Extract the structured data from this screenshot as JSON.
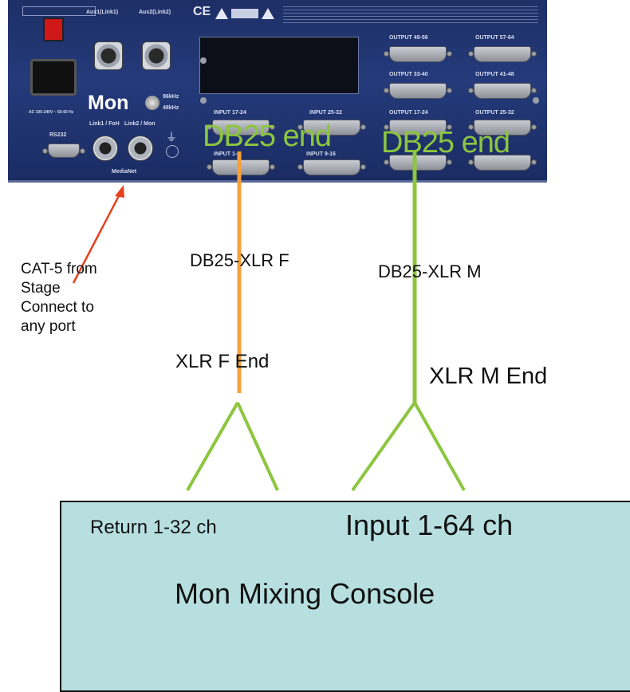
{
  "stage_box": {
    "mon_label": "Mon",
    "ce_mark": "CE",
    "connector_labels": {
      "aux1": "Aux1(Link1)",
      "aux2": "Aux2(Link2)",
      "link1": "Link1 / FoH",
      "link2": "Link2 / Mon",
      "medianet": "MediaNet",
      "rs232": "RS232",
      "khz96": "96kHz",
      "khz48": "48kHz",
      "power": "AC 100-240V ~ 50-60 Hz",
      "input_17_24": "INPUT 17-24",
      "input_25_32": "INPUT 25-32",
      "input_1_8": "INPUT 1-8",
      "input_9_16": "INPUT 9-16",
      "output_49_56": "OUTPUT 49-56",
      "output_57_64": "OUTPUT 57-64",
      "output_33_40": "OUTPUT 33-40",
      "output_41_48": "OUTPUT 41-48",
      "output_17_24": "OUTPUT 17-24",
      "output_25_32": "OUTPUT 25-32"
    }
  },
  "labels": {
    "db25_end_left": "DB25 end",
    "db25_end_right": "DB25 end",
    "cable_left": "DB25-XLR F",
    "cable_right": "DB25-XLR M",
    "cat5_note": [
      "CAT-5 from",
      "Stage",
      "Connect to",
      "any port"
    ],
    "xlr_f_end": "XLR F End",
    "xlr_m_end": "XLR M End"
  },
  "console": {
    "return_label": "Return 1-32 ch",
    "input_label": "Input 1-64 ch",
    "title": "Mon Mixing Console"
  },
  "colors": {
    "orange_cable": "#f7a03c",
    "green_cable": "#8cc63f",
    "red_arrow": "#e8401c",
    "console_fill": "#b7dfe0",
    "panel_blue": "#22367a"
  }
}
